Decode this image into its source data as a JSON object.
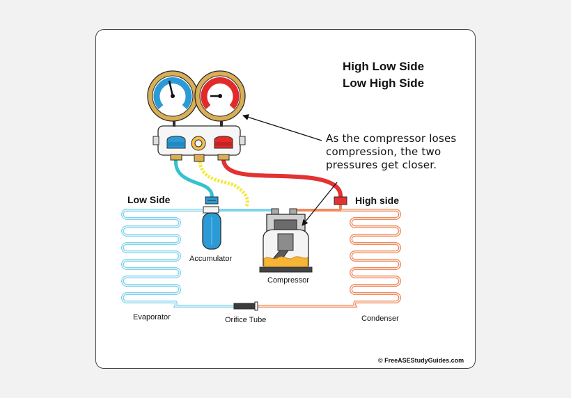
{
  "title": {
    "line1": "High Low Side",
    "line2": "Low High Side"
  },
  "annotation": {
    "line1": "As the compressor loses",
    "line2": "compression, the two",
    "line3": "pressures get closer."
  },
  "labels": {
    "low_side": "Low Side",
    "high_side": "High side",
    "accumulator": "Accumulator",
    "compressor": "Compressor",
    "evaporator": "Evaporator",
    "orifice_tube": "Orifice Tube",
    "condenser": "Condenser"
  },
  "copyright": "© FreeASEStudyGuides.com",
  "colors": {
    "low_side": "#7fd3ee",
    "high_side": "#f08a5d",
    "low_gauge": "#2b9bd6",
    "high_gauge": "#e32a2a",
    "gauge_rim": "#d9ae55",
    "service_hose": "#f3ea3a",
    "low_hose": "#35c1cf",
    "high_hose": "#e23232",
    "oil": "#f7b538",
    "outline": "#2b2b2b"
  },
  "icons": [
    "low-pressure-gauge-icon",
    "high-pressure-gauge-icon",
    "manifold-icon",
    "accumulator-icon",
    "compressor-icon"
  ]
}
